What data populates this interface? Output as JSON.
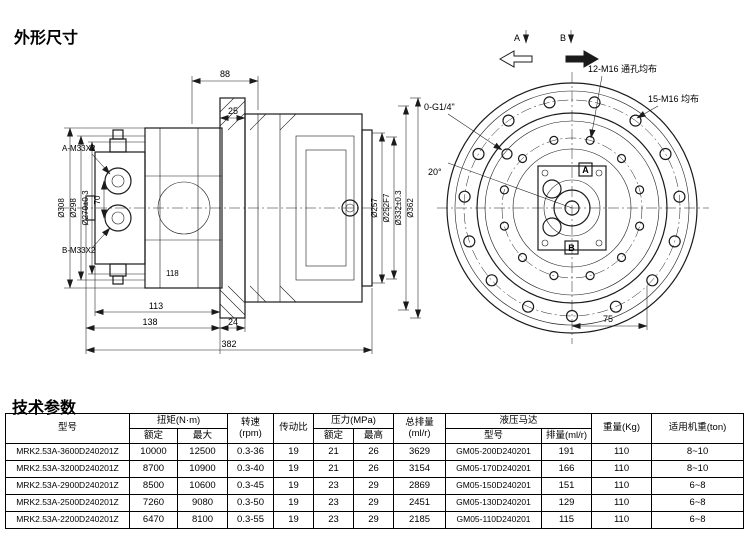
{
  "titles": {
    "dimensions": "外形尺寸",
    "parameters": "技术参数"
  },
  "side_view": {
    "dims": {
      "d88": "88",
      "d25": "25",
      "d118": "118",
      "d113": "113",
      "d138": "138",
      "d24": "24",
      "d382": "382",
      "d70": "70",
      "dia308": "Ø308",
      "dia298": "Ø298",
      "dia270": "Ø270±0.3",
      "dia257": "Ø257",
      "dia252": "Ø252F7",
      "dia332": "Ø332±0.3",
      "dia362": "Ø362",
      "port_a": "A-M33X2",
      "port_b": "B-M33X2"
    }
  },
  "front_view": {
    "labels": {
      "bolts12": "12-M16 通孔均布",
      "bolts15": "15-M16 均布",
      "port_g": "0-G1/4\"",
      "angle": "20°",
      "d75": "75",
      "dir_a": "A",
      "dir_b": "B",
      "port_a": "A",
      "port_b": "B"
    }
  },
  "table": {
    "headers": {
      "model": "型号",
      "torque": "扭矩(N·m)",
      "rated": "额定",
      "max": "最大",
      "speed_l1": "转速",
      "speed_l2": "(rpm)",
      "ratio": "传动比",
      "pressure": "压力(MPa)",
      "p_rated": "额定",
      "p_max": "最高",
      "disp_l1": "总排量",
      "disp_l2": "(ml/r)",
      "motor": "液压马达",
      "motor_model": "型号",
      "motor_disp": "排量(ml/r)",
      "weight": "重量(Kg)",
      "machine": "适用机重(ton)"
    },
    "rows": [
      [
        "MRK2.53A-3600D240201Z",
        "10000",
        "12500",
        "0.3-36",
        "19",
        "21",
        "26",
        "3629",
        "GM05-200D240201",
        "191",
        "110",
        "8~10"
      ],
      [
        "MRK2.53A-3200D240201Z",
        "8700",
        "10900",
        "0.3-40",
        "19",
        "21",
        "26",
        "3154",
        "GM05-170D240201",
        "166",
        "110",
        "8~10"
      ],
      [
        "MRK2.53A-2900D240201Z",
        "8500",
        "10600",
        "0.3-45",
        "19",
        "23",
        "29",
        "2869",
        "GM05-150D240201",
        "151",
        "110",
        "6~8"
      ],
      [
        "MRK2.53A-2500D240201Z",
        "7260",
        "9080",
        "0.3-50",
        "19",
        "23",
        "29",
        "2451",
        "GM05-130D240201",
        "129",
        "110",
        "6~8"
      ],
      [
        "MRK2.53A-2200D240201Z",
        "6470",
        "8100",
        "0.3-55",
        "19",
        "23",
        "29",
        "2185",
        "GM05-110D240201",
        "115",
        "110",
        "6~8"
      ]
    ]
  }
}
